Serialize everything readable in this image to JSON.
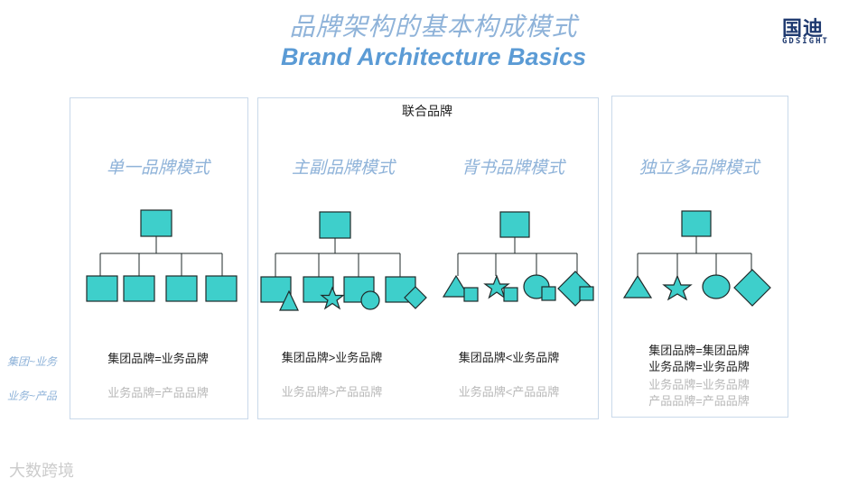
{
  "header": {
    "title_cn": "品牌架构的基本构成模式",
    "title_en": "Brand Architecture Basics"
  },
  "logo": {
    "cn": "国迪",
    "en": "GDSIGHT"
  },
  "joint_brand_label": "联合品牌",
  "row_labels": {
    "group_business": "集团~业务",
    "business_product": "业务~产品"
  },
  "modes": [
    {
      "name": "单一品牌模式",
      "relation_1": "集团品牌=业务品牌",
      "relation_2": "业务品牌=产品品牌"
    },
    {
      "name": "主副品牌模式",
      "relation_1": "集团品牌>业务品牌",
      "relation_2": "业务品牌>产品品牌"
    },
    {
      "name": "背书品牌模式",
      "relation_1": "集团品牌<业务品牌",
      "relation_2": "业务品牌<产品品牌"
    },
    {
      "name": "独立多品牌模式",
      "relation_1": "集团品牌=集团品牌",
      "relation_1b": "业务品牌=业务品牌",
      "relation_2": "业务品牌=业务品牌",
      "relation_2b": "产品品牌=产品品牌"
    }
  ],
  "watermark": "大数跨境",
  "colors": {
    "node_fill": "#3ecfcb",
    "node_stroke": "#1f2a2a",
    "title_blue": "#5b9bd5",
    "label_blue": "#8fb3d9"
  }
}
